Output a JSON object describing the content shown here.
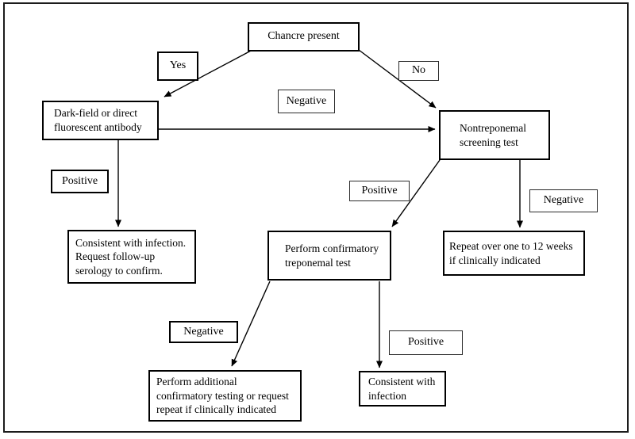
{
  "diagram": {
    "type": "flowchart",
    "colors": {
      "line": "#000000",
      "background": "#ffffff",
      "text": "#000000"
    },
    "nodes": {
      "chancre_present": "Chancre present",
      "dark_field": "Dark-field or direct\nfluorescent antibody",
      "nontreponemal": "Nontreponemal\nscreening test",
      "consistent_followup": "Consistent with infection.\nRequest follow-up\nserology to confirm.",
      "confirmatory": "Perform confirmatory\ntreponemal test",
      "repeat_weeks": "Repeat over one to 12 weeks\nif clinically indicated",
      "additional": "Perform additional\nconfirmatory testing or request\nrepeat if clinically indicated",
      "consistent": "Consistent with\ninfection"
    },
    "edges": [
      {
        "from": "chancre_present",
        "to": "dark_field",
        "label": "Yes"
      },
      {
        "from": "chancre_present",
        "to": "nontreponemal",
        "label": "No"
      },
      {
        "from": "dark_field",
        "to": "nontreponemal",
        "label": "Negative"
      },
      {
        "from": "dark_field",
        "to": "consistent_followup",
        "label": "Positive"
      },
      {
        "from": "nontreponemal",
        "to": "confirmatory",
        "label": "Positive"
      },
      {
        "from": "nontreponemal",
        "to": "repeat_weeks",
        "label": "Negative"
      },
      {
        "from": "confirmatory",
        "to": "additional",
        "label": "Negative"
      },
      {
        "from": "confirmatory",
        "to": "consistent",
        "label": "Positive"
      }
    ]
  }
}
